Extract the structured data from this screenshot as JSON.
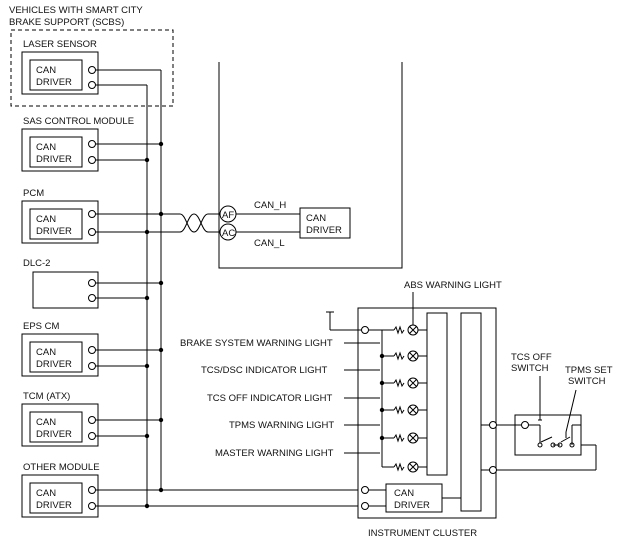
{
  "scbs_label_line1": "VEHICLES WITH SMART CITY",
  "scbs_label_line2": "BRAKE SUPPORT (SCBS)",
  "modules": {
    "laser": "LASER SENSOR",
    "sas": "SAS CONTROL MODULE",
    "pcm": "PCM",
    "dlc": "DLC-2",
    "eps": "EPS CM",
    "tcm": "TCM (ATX)",
    "other": "OTHER MODULE"
  },
  "can_line1": "CAN",
  "can_line2": "DRIVER",
  "connector": {
    "af": "AF",
    "ac": "AC",
    "can_h": "CAN_H",
    "can_l": "CAN_L"
  },
  "lights": {
    "abs": "ABS WARNING LIGHT",
    "brake": "BRAKE SYSTEM WARNING LIGHT",
    "tcs_dsc": "TCS/DSC INDICATOR LIGHT",
    "tcs_off": "TCS OFF INDICATOR LIGHT",
    "tpms": "TPMS WARNING LIGHT",
    "master": "MASTER WARNING LIGHT"
  },
  "switches": {
    "tcs_off_line1": "TCS OFF",
    "tcs_off_line2": "SWITCH",
    "tpms_set_line1": "TPMS SET",
    "tpms_set_line2": "SWITCH"
  },
  "instrument_cluster": "INSTRUMENT CLUSTER"
}
